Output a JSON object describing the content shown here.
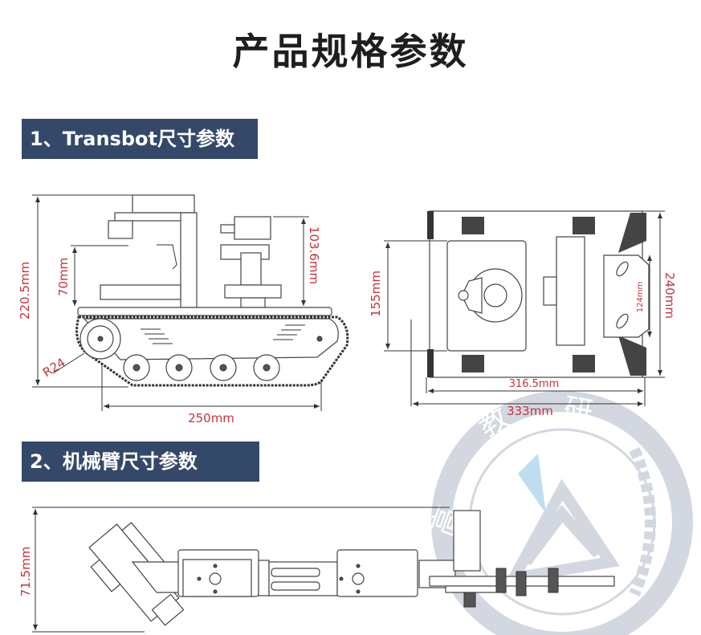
{
  "page_title": "产品规格参数",
  "sections": [
    {
      "label": "1、Transbot尺寸参数"
    },
    {
      "label": "2、机械臂尺寸参数"
    }
  ],
  "side_view": {
    "height_total": "220.5mm",
    "height_lower_deck": "70mm",
    "height_camera_tower": "103.6mm",
    "wheel_radius": "R24",
    "wheelbase": "250mm"
  },
  "top_view": {
    "inner_width": "155mm",
    "total_width": "240mm",
    "bracket_width": "124mm",
    "body_length": "316.5mm",
    "total_length": "333mm"
  },
  "arm_view": {
    "height": "71.5mm"
  },
  "watermark": {
    "text": [
      "高",
      "教",
      "研"
    ],
    "color": "#c3cad6",
    "accent": "#a9d3ea"
  },
  "colors": {
    "dimension": "#c8323c",
    "section_header": "#34486a"
  }
}
